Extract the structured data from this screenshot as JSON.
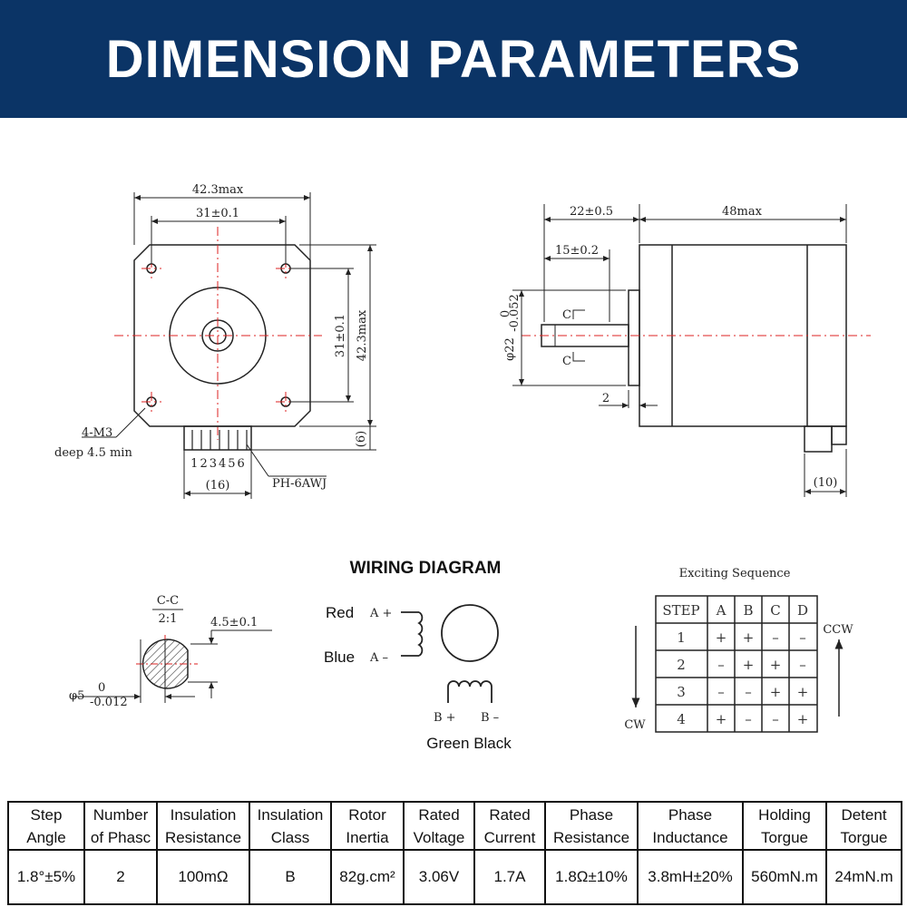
{
  "header": {
    "title": "DIMENSION PARAMETERS"
  },
  "front_view": {
    "dim_overall_width": "42.3max",
    "dim_hole_spacing": "31±0.1",
    "dim_hole_spacing_v": "31±0.1",
    "dim_overall_height": "42.3max",
    "dim_connector_offset": "(6)",
    "pins": "123456",
    "connector_width": "(16)",
    "connector_type": "PH-6AWJ",
    "thread_spec": "4-M3",
    "thread_depth": "deep 4.5 min"
  },
  "side_view": {
    "dim_shaft_length": "22±0.5",
    "dim_body_length": "48max",
    "dim_flat_length": "15±0.2",
    "dim_boss_diameter": "φ22",
    "boss_tol_upper": "0",
    "boss_tol_lower": "-0.052",
    "dim_boss_height": "2",
    "dim_connector_len": "(10)",
    "section_mark_top": "C",
    "section_mark_bottom": "C"
  },
  "section_view": {
    "title": "C-C",
    "scale": "2:1",
    "flat_dim": "4.5±0.1",
    "diameter": "φ5",
    "tol_upper": "0",
    "tol_lower": "-0.012"
  },
  "wiring": {
    "title": "WIRING DIAGRAM",
    "red_label": "Red",
    "a_plus": "A +",
    "blue_label": "Blue",
    "a_minus": "A –",
    "b_plus": "B +",
    "b_minus": "B –",
    "colors_bottom": "Green Black"
  },
  "sequence": {
    "title": "Exciting Sequence",
    "headers": [
      "STEP",
      "A",
      "B",
      "C",
      "D"
    ],
    "rows": [
      [
        "1",
        "+",
        "+",
        "–",
        "–"
      ],
      [
        "2",
        "–",
        "+",
        "+",
        "–"
      ],
      [
        "3",
        "–",
        "–",
        "+",
        "+"
      ],
      [
        "4",
        "+",
        "–",
        "–",
        "+"
      ]
    ],
    "ccw": "CCW",
    "cw": "CW"
  },
  "specs": {
    "headers": [
      [
        "Step",
        "Angle"
      ],
      [
        "Number",
        "of Phasc"
      ],
      [
        "Insulation",
        "Resistance"
      ],
      [
        "Insulation",
        "Class"
      ],
      [
        "Rotor",
        "Inertia"
      ],
      [
        "Rated",
        "Voltage"
      ],
      [
        "Rated",
        "Current"
      ],
      [
        "Phase",
        "Resistance"
      ],
      [
        "Phase",
        "Inductance"
      ],
      [
        "Holding",
        "Torgue"
      ],
      [
        "Detent",
        "Torgue"
      ]
    ],
    "values": [
      "1.8°±5%",
      "2",
      "100mΩ",
      "B",
      "82g.cm²",
      "3.06V",
      "1.7A",
      "1.8Ω±10%",
      "3.8mH±20%",
      "560mN.m",
      "24mN.m"
    ]
  }
}
